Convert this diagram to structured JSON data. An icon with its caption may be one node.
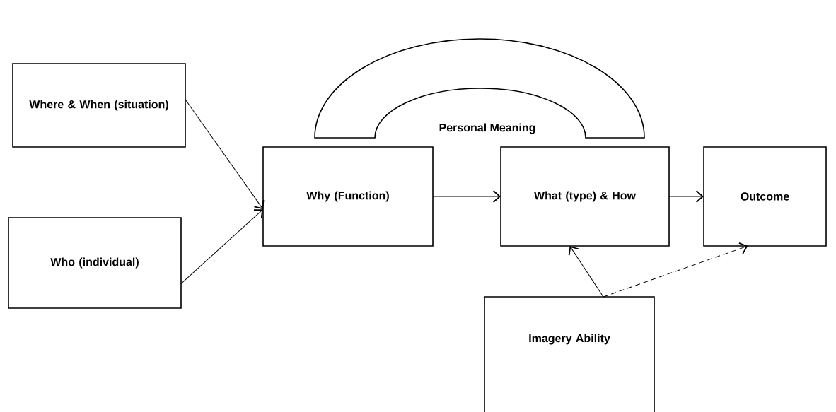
{
  "diagram": {
    "nodes": [
      {
        "text": [
          "Where & When (situation)"
        ]
      },
      {
        "text": [
          "Who (individual)"
        ]
      },
      {
        "text": [
          "Why (Function)"
        ]
      },
      {
        "text": [
          "What (type) & How"
        ]
      },
      {
        "text": [
          "Outcome"
        ]
      },
      {
        "text": [
          "Imagery Ability"
        ]
      },
      {
        "text": [
          "Personal Meaning"
        ]
      }
    ],
    "edges": [
      {
        "from": 0,
        "to": 2,
        "arrow": "to"
      },
      {
        "from": 1,
        "to": 2,
        "arrow": "to"
      },
      {
        "from": 2,
        "to": 3,
        "arrow": "to"
      },
      {
        "from": 3,
        "to": 4,
        "arrow": "to"
      },
      {
        "from": 5,
        "to": 3,
        "arrow": "to"
      },
      {
        "from": 5,
        "to": 4,
        "arrow": "to",
        "style": "dashed"
      }
    ]
  }
}
